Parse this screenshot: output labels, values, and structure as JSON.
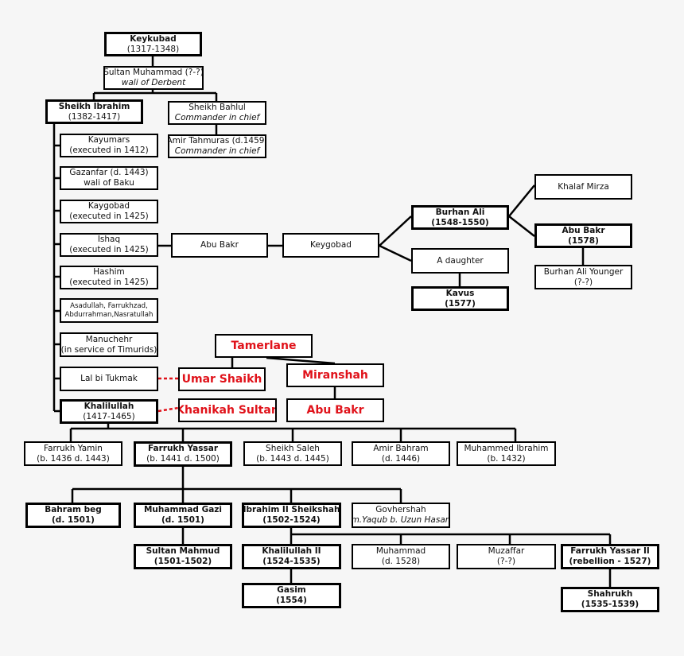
{
  "colors": {
    "background": "#f6f6f6",
    "box_border": "#000000",
    "box_fill": "#ffffff",
    "highlight_text": "#e0121a",
    "dashed_link": "#e0121a"
  },
  "nodes": {
    "keykubad": {
      "l1": "Keykubad",
      "l2": "(1317-1348)"
    },
    "sultan_muhammad": {
      "l1": "Sultan Muhammad (?-?)",
      "l2": "wali of Derbent"
    },
    "sheikh_ibrahim": {
      "l1": "Sheikh Ibrahim",
      "l2": "(1382-1417)"
    },
    "sheikh_bahlul": {
      "l1": "Sheikh Bahlul",
      "l2": "Commander in chief"
    },
    "amir_tahmuras": {
      "l1": "Amir Tahmuras (d.1459)",
      "l2": "Commander in chief"
    },
    "kayumars": {
      "l1": "Kayumars",
      "l2": "(executed in 1412)"
    },
    "gazanfar": {
      "l1": "Gazanfar (d. 1443)",
      "l2": "wali of Baku"
    },
    "kaygobad": {
      "l1": "Kaygobad",
      "l2": "(executed in 1425)"
    },
    "ishaq": {
      "l1": "Ishaq",
      "l2": "(executed in 1425)"
    },
    "hashim": {
      "l1": "Hashim",
      "l2": "(executed in 1425)"
    },
    "asadullah": {
      "l1": "Asadullah, Farrukhzad,",
      "l2": "Abdurrahman,Nasratullah"
    },
    "manuchehr": {
      "l1": "Manuchehr",
      "l2": "(in service of Timurids)"
    },
    "lal_bi_tukmak": {
      "l1": "Lal bi Tukmak",
      "l2": ""
    },
    "khalilullah": {
      "l1": "Khalilullah",
      "l2": "(1417-1465)"
    },
    "abu_bakr_1": {
      "l1": "Abu Bakr",
      "l2": ""
    },
    "keygobad": {
      "l1": "Keygobad",
      "l2": ""
    },
    "burhan_ali": {
      "l1": "Burhan Ali",
      "l2": "(1548-1550)"
    },
    "a_daughter": {
      "l1": "A daughter",
      "l2": ""
    },
    "kavus": {
      "l1": "Kavus",
      "l2": "(1577)"
    },
    "khalaf_mirza": {
      "l1": "Khalaf Mirza",
      "l2": ""
    },
    "abu_bakr_1578": {
      "l1": "Abu Bakr",
      "l2": "(1578)"
    },
    "burhan_ali_younger": {
      "l1": "Burhan Ali Younger",
      "l2": "(?-?)"
    },
    "tamerlane": {
      "l1": "Tamerlane",
      "l2": ""
    },
    "umar_shaikh": {
      "l1": "Umar Shaikh",
      "l2": ""
    },
    "miranshah": {
      "l1": "Miranshah",
      "l2": ""
    },
    "khanikah_sultan": {
      "l1": "Khanikah Sultan",
      "l2": ""
    },
    "abu_bakr_red": {
      "l1": "Abu Bakr",
      "l2": ""
    },
    "farrukh_yamin": {
      "l1": "Farrukh Yamin",
      "l2": "(b. 1436 d. 1443)"
    },
    "farrukh_yassar": {
      "l1": "Farrukh Yassar",
      "l2": "(b. 1441 d. 1500)"
    },
    "sheikh_saleh": {
      "l1": "Sheikh Saleh",
      "l2": "(b. 1443 d. 1445)"
    },
    "amir_bahram": {
      "l1": "Amir Bahram",
      "l2": "(d. 1446)"
    },
    "muhammed_ibrahim": {
      "l1": "Muhammed Ibrahim",
      "l2": "(b. 1432)"
    },
    "bahram_beg": {
      "l1": "Bahram beg",
      "l2": "(d. 1501)"
    },
    "muhammad_gazi": {
      "l1": "Muhammad Gazi",
      "l2": "(d. 1501)"
    },
    "ibrahim_ii": {
      "l1": "Ibrahim II Sheikshah",
      "l2": "(1502-1524)"
    },
    "govhershah": {
      "l1": "Govhershah",
      "l2": "m.Yaqub b. Uzun Hasan"
    },
    "sultan_mahmud": {
      "l1": "Sultan Mahmud",
      "l2": "(1501-1502)"
    },
    "khalilullah_ii": {
      "l1": "Khalilullah II",
      "l2": "(1524-1535)"
    },
    "muhammad": {
      "l1": "Muhammad",
      "l2": "(d. 1528)"
    },
    "muzaffar": {
      "l1": "Muzaffar",
      "l2": "(?-?)"
    },
    "farrukh_yassar_ii": {
      "l1": "Farrukh Yassar II",
      "l2": "(rebellion - 1527)"
    },
    "gasim": {
      "l1": "Gasim",
      "l2": "(1554)"
    },
    "shahrukh": {
      "l1": "Shahrukh",
      "l2": "(1535-1539)"
    }
  }
}
